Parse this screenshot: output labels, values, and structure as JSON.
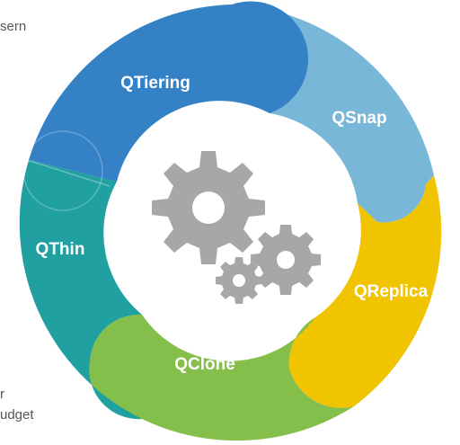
{
  "fragments": {
    "top_left": "sern",
    "bottom_left_1": "r",
    "bottom_left_2": "udget"
  },
  "wheel": {
    "segments": [
      {
        "id": "qtiering",
        "label": "QTiering",
        "color": "#3581c6"
      },
      {
        "id": "qsnap",
        "label": "QSnap",
        "color": "#79b7d8"
      },
      {
        "id": "qreplica",
        "label": "QReplica",
        "color": "#f0c400"
      },
      {
        "id": "qclone",
        "label": "QClone",
        "color": "#85bf4b"
      },
      {
        "id": "qthin",
        "label": "QThin",
        "color": "#21a0a2"
      }
    ],
    "center_icon": "gears-icon",
    "gear_color": "#a7a7a7"
  }
}
